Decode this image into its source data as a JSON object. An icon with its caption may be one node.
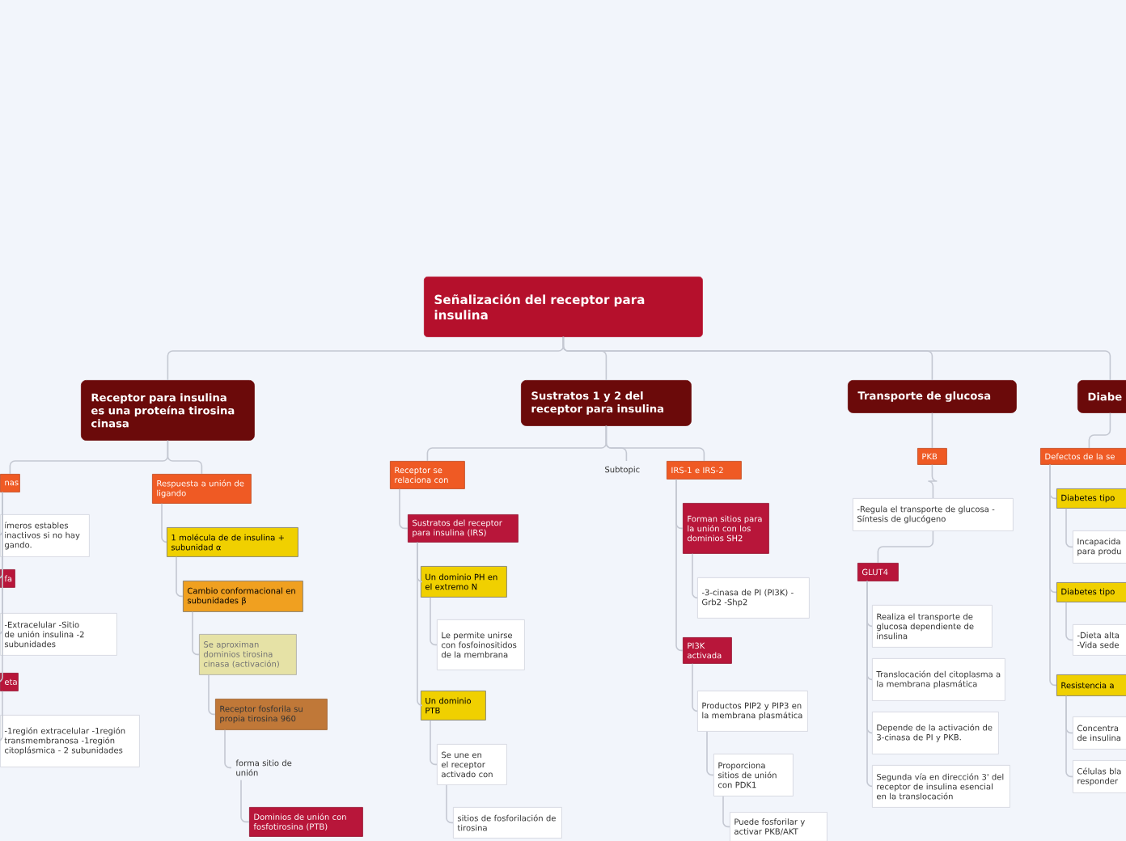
{
  "diagram": {
    "nodes": [
      {
        "text": [
          "Señalización del receptor para insulina"
        ]
      },
      {
        "text": [
          "Receptor para insulina es una proteína tirosina cinasa"
        ]
      },
      {
        "text": [
          "Sustratos 1 y 2 del receptor para insulina"
        ]
      },
      {
        "text": [
          "Transporte de glucosa"
        ]
      },
      {
        "text": [
          "Diabe"
        ]
      },
      {
        "text": [
          "nas"
        ]
      },
      {
        "text": [
          "ímeros estables inactivos si no hay gando."
        ]
      },
      {
        "text": [
          "fa"
        ]
      },
      {
        "text": [
          "-Extracelular -Sitio de unión insulina -2 subunidades"
        ]
      },
      {
        "text": [
          "eta"
        ]
      },
      {
        "text": [
          "-1región extracelular -1región transmembranosa -1región citoplásmica - 2 subunidades"
        ]
      },
      {
        "text": [
          "Respuesta a unión de ligando"
        ]
      },
      {
        "text": [
          "1 molécula de de insulina + subunidad α"
        ]
      },
      {
        "text": [
          "Cambio conformacional en subunidades β"
        ]
      },
      {
        "text": [
          "Se aproximan dominios tirosina cinasa (activación)"
        ]
      },
      {
        "text": [
          "Receptor fosforila su propia tirosina 960"
        ]
      },
      {
        "text": [
          "forma sitio de unión"
        ]
      },
      {
        "text": [
          "Dominios de unión con fosfotirosina (PTB)"
        ]
      },
      {
        "text": [
          "Receptor se relaciona con"
        ]
      },
      {
        "text": [
          "Subtopic"
        ]
      },
      {
        "text": [
          "IRS-1 e IRS-2"
        ]
      },
      {
        "text": [
          "Sustratos del receptor para insulina (IRS)"
        ]
      },
      {
        "text": [
          "Un dominio PH en el extremo N"
        ]
      },
      {
        "text": [
          "Le permite unirse con fosfoinositidos de la membrana"
        ]
      },
      {
        "text": [
          "Un dominio PTB"
        ]
      },
      {
        "text": [
          "Se une en el receptor activado con"
        ]
      },
      {
        "text": [
          "sitios de fosforilación de tirosina"
        ]
      },
      {
        "text": [
          "Forman sitios para la unión con los dominios SH2"
        ]
      },
      {
        "text": [
          "-3-cinasa de PI (PI3K) -Grb2 -Shp2"
        ]
      },
      {
        "text": [
          "PI3K activada"
        ]
      },
      {
        "text": [
          "Productos PIP2 y PIP3 en la membrana plasmática"
        ]
      },
      {
        "text": [
          "Proporciona sitios de unión con PDK1"
        ]
      },
      {
        "text": [
          "Puede fosforilar y activar PKB/AKT"
        ]
      },
      {
        "text": [
          "PKB"
        ]
      },
      {
        "text": [
          "-Regula el transporte de glucosa -Síntesis de glucógeno"
        ]
      },
      {
        "text": [
          "GLUT4"
        ]
      },
      {
        "text": [
          "Realiza el transporte de glucosa dependiente de insulina"
        ]
      },
      {
        "text": [
          "Translocación del citoplasma a la membrana plasmática"
        ]
      },
      {
        "text": [
          "Depende de la activación de 3-cinasa de PI y PKB."
        ]
      },
      {
        "text": [
          "Segunda vía en dirección 3' del receptor de insulina esencial en la translocación"
        ]
      },
      {
        "text": [
          "Defectos de la se"
        ]
      },
      {
        "text": [
          "Diabetes tipo"
        ]
      },
      {
        "text": [
          "Incapacida para produ"
        ]
      },
      {
        "text": [
          "Diabetes tipo"
        ]
      },
      {
        "text": [
          "-Dieta alta -Vida sede"
        ]
      },
      {
        "text": [
          "Resistencia a"
        ]
      },
      {
        "text": [
          "Concentra de insulina"
        ]
      },
      {
        "text": [
          "Células bla responder"
        ]
      }
    ],
    "edges": [
      {
        "from": 0,
        "to": 1,
        "arrow": "none"
      },
      {
        "from": 0,
        "to": 2,
        "arrow": "none"
      },
      {
        "from": 0,
        "to": 3,
        "arrow": "none"
      },
      {
        "from": 0,
        "to": 4,
        "arrow": "none"
      },
      {
        "from": 1,
        "to": 5,
        "arrow": "none"
      },
      {
        "from": 5,
        "to": 6,
        "arrow": "none"
      },
      {
        "from": 5,
        "to": 7,
        "arrow": "none"
      },
      {
        "from": 7,
        "to": 8,
        "arrow": "none"
      },
      {
        "from": 5,
        "to": 9,
        "arrow": "none"
      },
      {
        "from": 9,
        "to": 10,
        "arrow": "none"
      },
      {
        "from": 1,
        "to": 11,
        "arrow": "none"
      },
      {
        "from": 11,
        "to": 12,
        "arrow": "none"
      },
      {
        "from": 12,
        "to": 13,
        "arrow": "none"
      },
      {
        "from": 13,
        "to": 14,
        "arrow": "none"
      },
      {
        "from": 14,
        "to": 15,
        "arrow": "none"
      },
      {
        "from": 15,
        "to": 16,
        "arrow": "none"
      },
      {
        "from": 16,
        "to": 17,
        "arrow": "none"
      },
      {
        "from": 2,
        "to": 18,
        "arrow": "none"
      },
      {
        "from": 2,
        "to": 19,
        "arrow": "none"
      },
      {
        "from": 2,
        "to": 20,
        "arrow": "none"
      },
      {
        "from": 18,
        "to": 21,
        "arrow": "none"
      },
      {
        "from": 21,
        "to": 22,
        "arrow": "none"
      },
      {
        "from": 22,
        "to": 23,
        "arrow": "none"
      },
      {
        "from": 21,
        "to": 24,
        "arrow": "none"
      },
      {
        "from": 24,
        "to": 25,
        "arrow": "none"
      },
      {
        "from": 25,
        "to": 26,
        "arrow": "none"
      },
      {
        "from": 20,
        "to": 27,
        "arrow": "none"
      },
      {
        "from": 27,
        "to": 28,
        "arrow": "none"
      },
      {
        "from": 20,
        "to": 29,
        "arrow": "none"
      },
      {
        "from": 29,
        "to": 30,
        "arrow": "none"
      },
      {
        "from": 30,
        "to": 31,
        "arrow": "none"
      },
      {
        "from": 31,
        "to": 32,
        "arrow": "none"
      },
      {
        "from": 3,
        "to": 33,
        "arrow": "none"
      },
      {
        "from": 33,
        "to": 34,
        "arrow": "none"
      },
      {
        "from": 34,
        "to": 35,
        "arrow": "none"
      },
      {
        "from": 35,
        "to": 36,
        "arrow": "none"
      },
      {
        "from": 35,
        "to": 37,
        "arrow": "none"
      },
      {
        "from": 35,
        "to": 38,
        "arrow": "none"
      },
      {
        "from": 35,
        "to": 39,
        "arrow": "none"
      },
      {
        "from": 4,
        "to": 40,
        "arrow": "none"
      },
      {
        "from": 40,
        "to": 41,
        "arrow": "none"
      },
      {
        "from": 41,
        "to": 42,
        "arrow": "none"
      },
      {
        "from": 40,
        "to": 43,
        "arrow": "none"
      },
      {
        "from": 43,
        "to": 44,
        "arrow": "none"
      },
      {
        "from": 40,
        "to": 45,
        "arrow": "none"
      },
      {
        "from": 45,
        "to": 46,
        "arrow": "none"
      },
      {
        "from": 45,
        "to": 47,
        "arrow": "none"
      }
    ]
  }
}
